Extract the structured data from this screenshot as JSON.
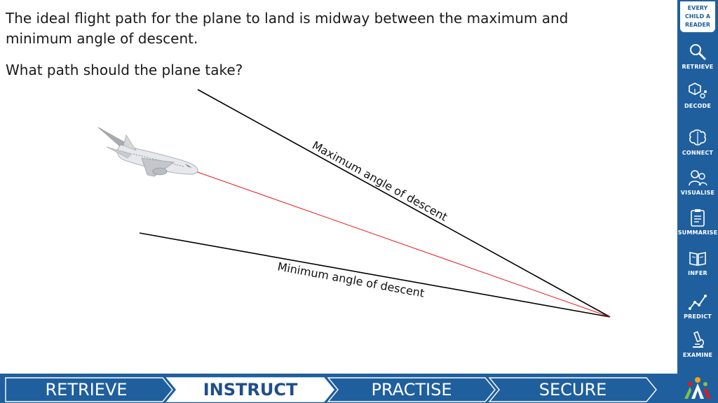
{
  "question": {
    "line1": "The ideal flight path for the plane to land is midway between the maximum and minimum angle of descent.",
    "line2": "What path should the plane take?"
  },
  "diagram": {
    "max_label": "Maximum angle of descent",
    "min_label": "Minimum angle of descent",
    "ideal_path_color": "#e8161b",
    "boundary_color": "#000000",
    "plane_icon": "airplane-icon"
  },
  "sidebar": {
    "logo": [
      "EVERY",
      "CHILD A",
      "READER"
    ],
    "items": [
      {
        "label": "RETRIEVE",
        "icon": "magnifier-icon"
      },
      {
        "label": "DECODE",
        "icon": "cube-icon"
      },
      {
        "label": "CONNECT",
        "icon": "brain-icon"
      },
      {
        "label": "VISUALISE",
        "icon": "people-icon"
      },
      {
        "label": "SUMMARISE",
        "icon": "clipboard-icon"
      },
      {
        "label": "INFER",
        "icon": "book-icon"
      },
      {
        "label": "PREDICT",
        "icon": "trend-icon"
      },
      {
        "label": "EXAMINE",
        "icon": "microscope-icon"
      }
    ]
  },
  "stages": [
    {
      "label": "RETRIEVE",
      "active": false
    },
    {
      "label": "INSTRUCT",
      "active": true
    },
    {
      "label": "PRACTISE",
      "active": false
    },
    {
      "label": "SECURE",
      "active": false
    }
  ],
  "colors": {
    "brand": "#1f5f9e",
    "active_stage_bg": "#ffffff"
  }
}
